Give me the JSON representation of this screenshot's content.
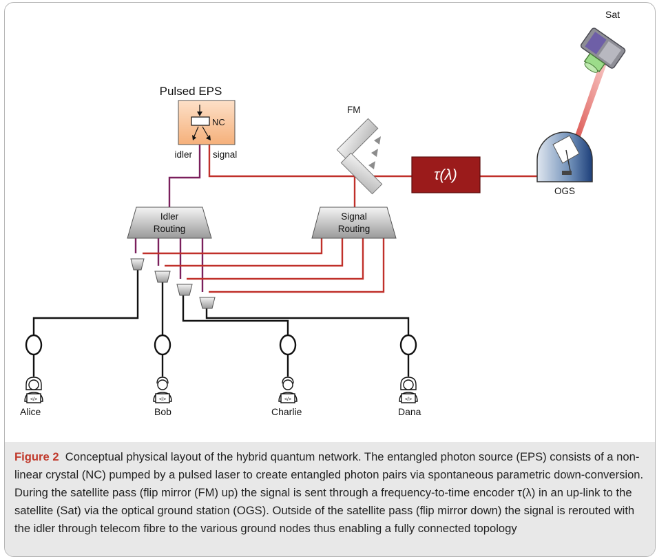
{
  "diagram": {
    "source": {
      "title": "Pulsed EPS",
      "crystal": "NC",
      "idler": "idler",
      "signal": "signal"
    },
    "flip_mirror": "FM",
    "encoder": "τ(λ)",
    "ogs": "OGS",
    "satellite": "Sat",
    "idler_routing": [
      "Idler",
      "Routing"
    ],
    "signal_routing": [
      "Signal",
      "Routing"
    ],
    "code_glyph": "</>",
    "users": [
      "Alice",
      "Bob",
      "Charlie",
      "Dana"
    ]
  },
  "caption": {
    "label": "Figure 2",
    "text": "Conceptual physical layout of the hybrid quantum network. The entangled photon source (EPS) consists of a non-linear crystal (NC) pumped by a pulsed laser to create entangled photon pairs via spontaneous parametric down-conversion. During the satellite pass (flip mirror (FM) up) the signal is sent through a frequency-to-time encoder τ(λ) in an up-link to the satellite (Sat) via the optical ground station (OGS). Outside of the satellite pass (flip mirror down) the signal is rerouted with the idler through telecom fibre to the various ground nodes thus enabling a fully connected topology"
  },
  "colors": {
    "signal_fibre": "#c0302a",
    "idler_fibre": "#7a1f5c",
    "telecom_fibre": "#111111",
    "eps_fill": "#f8c39a",
    "encoder_fill": "#9b1b1b",
    "caption_bg": "#e8e8e8"
  }
}
